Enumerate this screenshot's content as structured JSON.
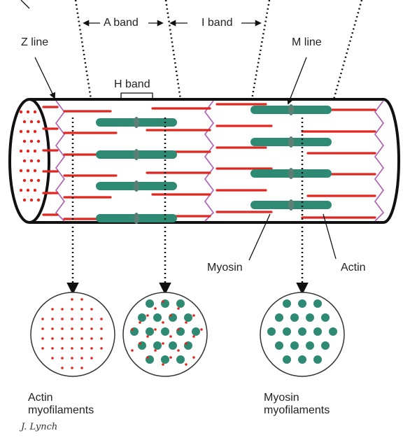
{
  "labels": {
    "z_line": "Z line",
    "a_band": "A band",
    "i_band": "I band",
    "m_line": "M line",
    "h_band": "H band",
    "myosin": "Myosin",
    "actin": "Actin",
    "actin_myofilaments_1": "Actin",
    "actin_myofilaments_2": "myofilaments",
    "myosin_myofilaments_1": "Myosin",
    "myosin_myofilaments_2": "myofilaments"
  },
  "signature": "J. Lynch",
  "colors": {
    "actin": "#e0261e",
    "myosin": "#2f8a73",
    "z_line": "#b05bb5",
    "outline": "#111111"
  }
}
